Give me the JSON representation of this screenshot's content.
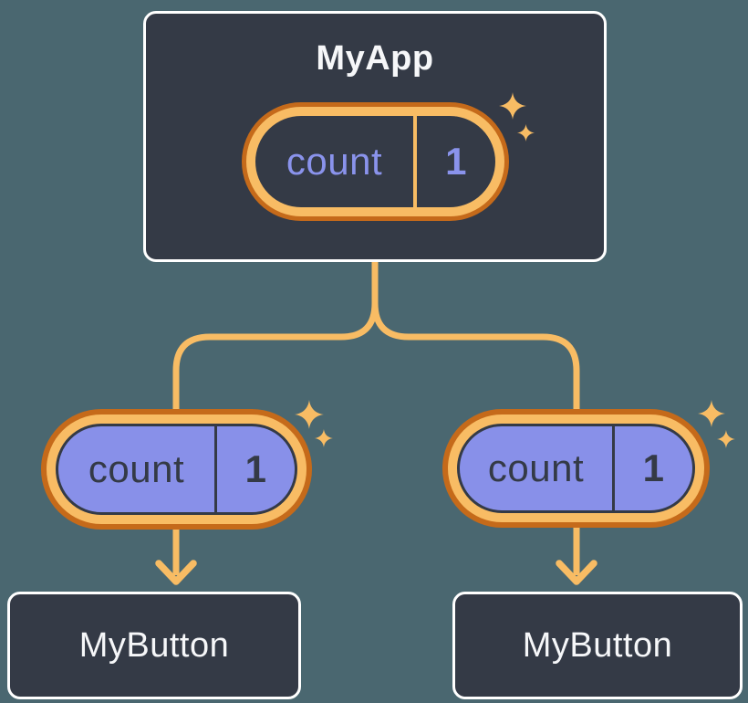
{
  "tree": {
    "root": {
      "label": "MyApp",
      "state": {
        "name": "count",
        "value": "1"
      }
    },
    "children": [
      {
        "label": "MyButton",
        "state": {
          "name": "count",
          "value": "1"
        }
      },
      {
        "label": "MyButton",
        "state": {
          "name": "count",
          "value": "1"
        }
      }
    ]
  },
  "icons": {
    "sparkle": "four-point-star-sparkle",
    "arrow": "arrow-down"
  },
  "colors": {
    "background": "#4A6770",
    "node_fill": "#343A46",
    "node_border": "#FFFFFF",
    "node_text": "#F6F7F9",
    "state_highlight_outer": "#C56A1A",
    "state_highlight_inner": "#F8BC64",
    "state_fill_root": "#343A46",
    "state_fill_child": "#8890E9",
    "state_text_root": "#8A93EC",
    "state_text_child": "#343A46",
    "connector": "#F8BC64"
  }
}
